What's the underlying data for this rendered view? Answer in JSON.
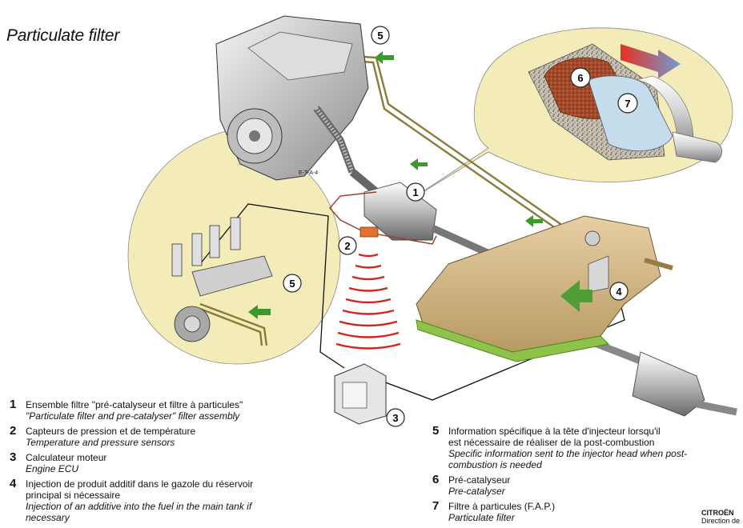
{
  "title": "Particulate filter",
  "callouts": {
    "c1": "1",
    "c2": "2",
    "c3": "3",
    "c4": "4",
    "c5a": "5",
    "c5b": "5",
    "c6": "6",
    "c7": "7"
  },
  "engine_label": "E-T-A-4",
  "legend": [
    {
      "num": "1",
      "fr": "Ensemble filtre \"pré-catalyseur et filtre à particules\"",
      "en": "\"Particulate filter and pre-catalyser\" filter assembly"
    },
    {
      "num": "2",
      "fr": "Capteurs de pression et de température",
      "en": "Temperature and pressure sensors"
    },
    {
      "num": "3",
      "fr": "Calculateur moteur",
      "en": "Engine ECU"
    },
    {
      "num": "4",
      "fr": "Injection de produit additif dans le gazole du réservoir\nprincipal si nécessaire",
      "en": "Injection of an additive into the fuel in the main tank if\nnecessary"
    },
    {
      "num": "5",
      "fr": "Information spécifique à la tête d'injecteur lorsqu'il\nest nécessaire de réaliser de la post-combustion",
      "en": "Specific information sent to the injector head when post-\ncombustion is needed",
      "en_normal_suffix": ""
    },
    {
      "num": "6",
      "fr": "Pré-catalyseur",
      "en": "Pre-catalyser"
    },
    {
      "num": "7",
      "fr": "Filtre à particules (F.A.P.)",
      "en": "Particulate filter"
    }
  ],
  "brand": {
    "name": "CITROËN",
    "sub": "Direction de"
  }
}
